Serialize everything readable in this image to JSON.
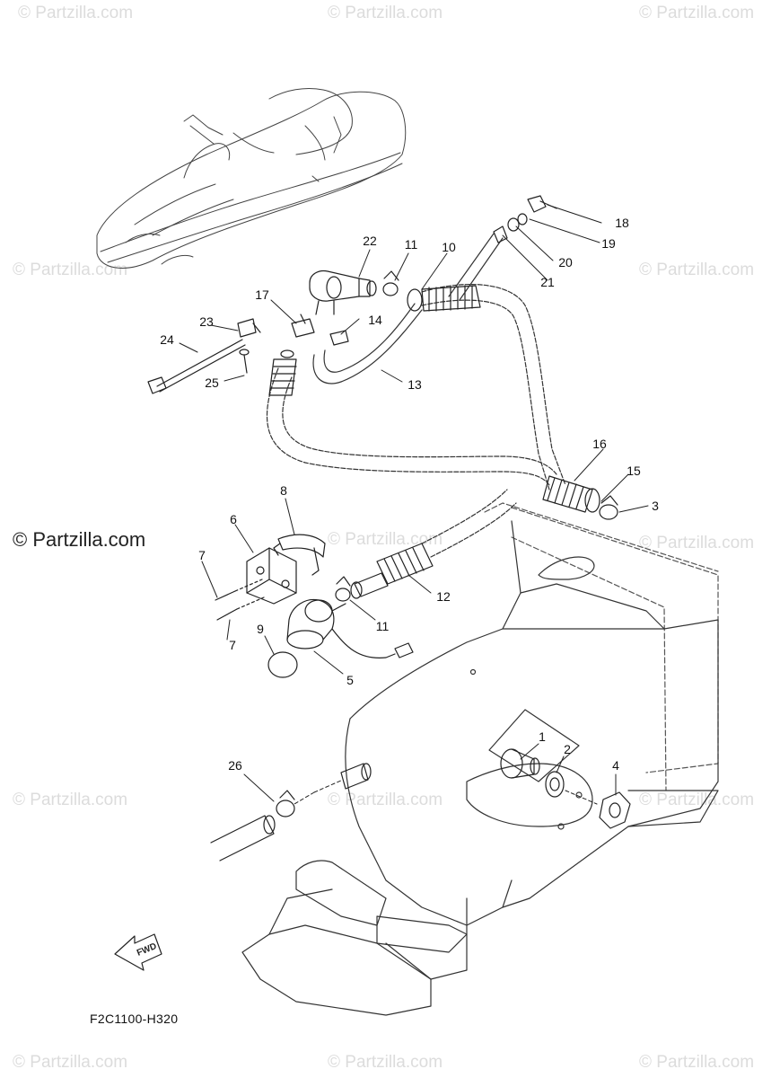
{
  "watermark_text": "© Partzilla.com",
  "brand_text": "© Partzilla.com",
  "diagram_code": "F2C1100-H320",
  "fwd_label": "FWD",
  "callouts": [
    "1",
    "2",
    "3",
    "4",
    "5",
    "6",
    "7",
    "7",
    "8",
    "9",
    "10",
    "11",
    "11",
    "12",
    "13",
    "14",
    "15",
    "16",
    "17",
    "18",
    "19",
    "20",
    "21",
    "22",
    "23",
    "24",
    "25",
    "26"
  ]
}
